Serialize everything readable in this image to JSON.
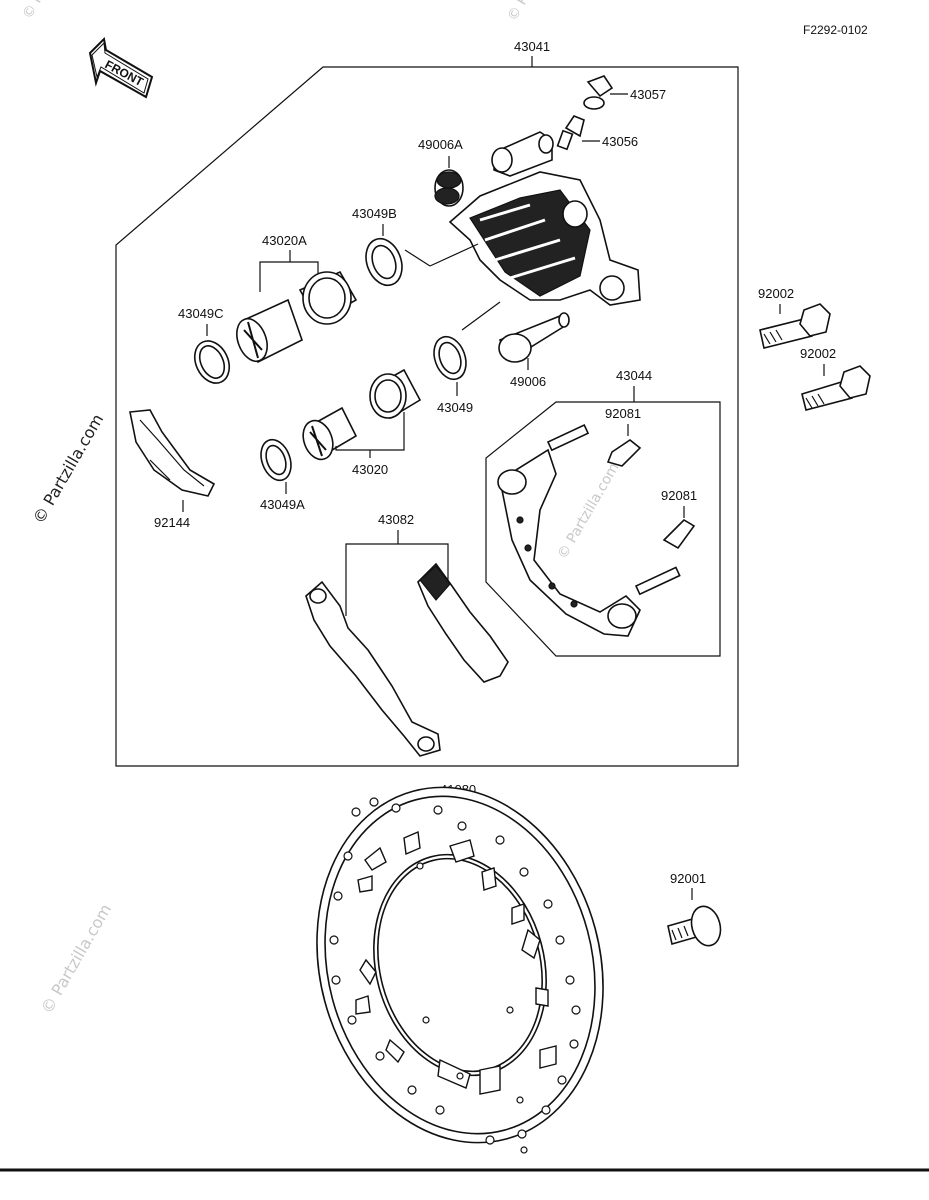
{
  "diagram_code": "F2292-0102",
  "front_label": "FRONT",
  "watermark": "© Partzilla.com",
  "parts": {
    "p43041": "43041",
    "p43057": "43057",
    "p43056": "43056",
    "p49006A": "49006A",
    "p43049B": "43049B",
    "p43020A": "43020A",
    "p43049C": "43049C",
    "p49006": "49006",
    "p43049": "43049",
    "p43020": "43020",
    "p43049A": "43049A",
    "p92144": "92144",
    "p43044": "43044",
    "p92081a": "92081",
    "p92081b": "92081",
    "p43082": "43082",
    "p92002a": "92002",
    "p92002b": "92002",
    "p41080": "41080",
    "p92001": "92001"
  }
}
